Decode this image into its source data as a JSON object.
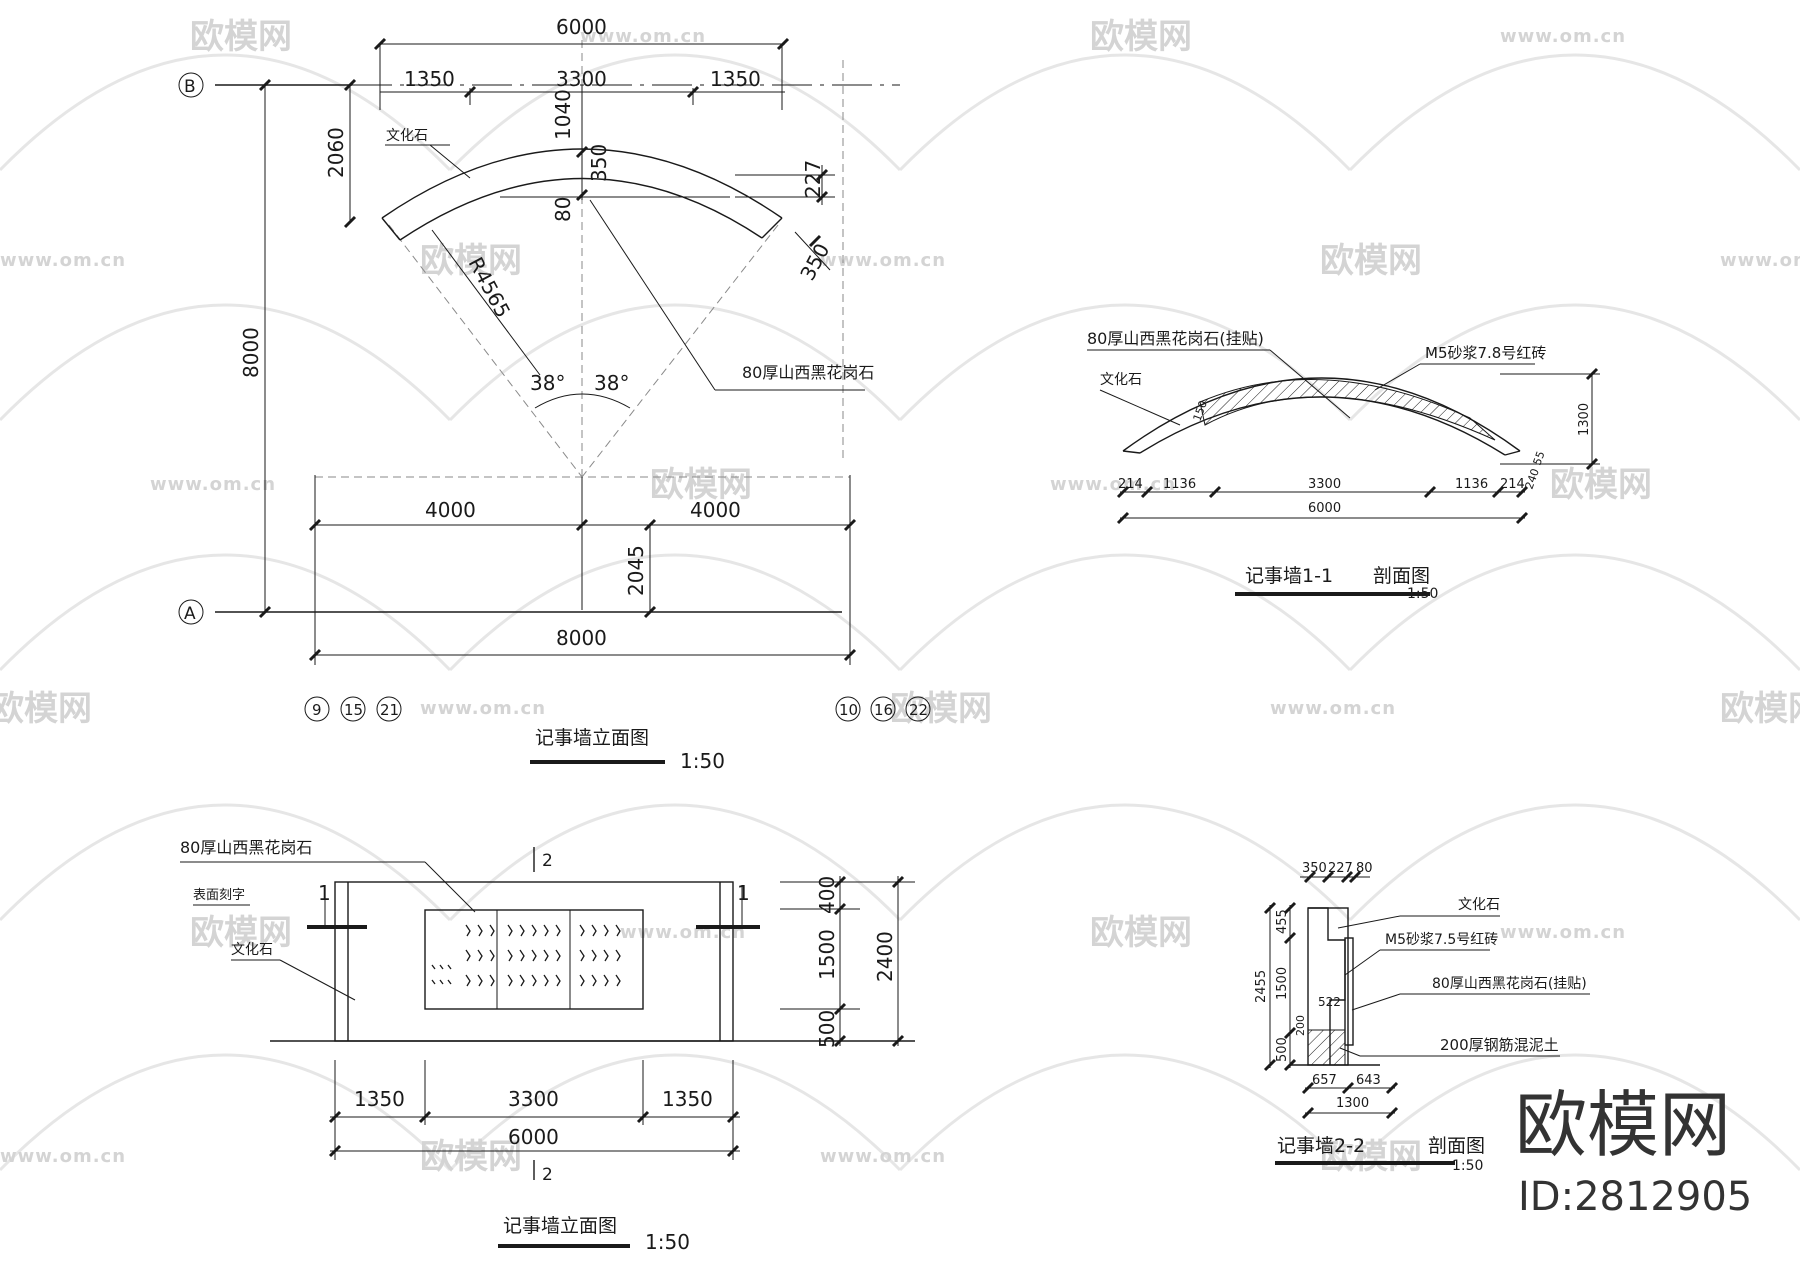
{
  "watermark": {
    "logo_text": "欧模网",
    "url_text": "www.om.cn"
  },
  "brand": {
    "logo": "欧模网",
    "id_label": "ID:2812905"
  },
  "drawing1": {
    "title": "记事墙立面图",
    "scale": "1:50",
    "grid_b": "B",
    "grid_a": "A",
    "grid_left": [
      "9",
      "15",
      "21"
    ],
    "grid_right": [
      "10",
      "16",
      "22"
    ],
    "dims": {
      "top_total": "6000",
      "top_left": "1350",
      "top_mid": "3300",
      "top_right": "1350",
      "left_tall": "8000",
      "left_2060": "2060",
      "v_1040": "1040",
      "v_350": "350",
      "v_80": "80",
      "v_227": "227",
      "v_350b": "350",
      "radius": "R4565",
      "angle_l": "38°",
      "angle_r": "38°",
      "mid_left": "4000",
      "mid_right": "4000",
      "v_2045": "2045",
      "bottom_total": "8000"
    },
    "notes": {
      "stone": "文化石",
      "granite": "80厚山西黑花岗石"
    }
  },
  "drawing2": {
    "title": "记事墙1-1",
    "suffix": "剖面图",
    "scale": "1:50",
    "notes": {
      "granite": "80厚山西黑花岗石(挂贴)",
      "stone": "文化石",
      "brick": "M5砂浆7.8号红砖"
    },
    "dims": [
      "214",
      "1136",
      "3300",
      "1136",
      "214"
    ],
    "total": "6000",
    "height": "1300",
    "small_a": "150",
    "small_b": "240",
    "small_c": "55"
  },
  "drawing3": {
    "title": "记事墙立面图",
    "scale": "1:50",
    "section_mark_1": "1",
    "section_mark_2": "2",
    "notes": {
      "granite": "80厚山西黑花岗石",
      "carve": "表面刻字",
      "stone": "文化石"
    },
    "dims_bottom": [
      "1350",
      "3300",
      "1350"
    ],
    "total": "6000",
    "dims_right": [
      "400",
      "1500",
      "500"
    ],
    "height": "2400"
  },
  "drawing4": {
    "title": "记事墙2-2",
    "suffix": "剖面图",
    "scale": "1:50",
    "top_dims": [
      "350",
      "227",
      "80"
    ],
    "left_dims": [
      "455",
      "1500",
      "500"
    ],
    "left_total": "2455",
    "inner": [
      "522",
      "200"
    ],
    "bottom_dims": [
      "657",
      "643"
    ],
    "bottom_total": "1300",
    "notes": {
      "stone": "文化石",
      "brick": "M5砂浆7.5号红砖",
      "granite": "80厚山西黑花岗石(挂贴)",
      "concrete": "200厚钢筋混泥土"
    }
  }
}
